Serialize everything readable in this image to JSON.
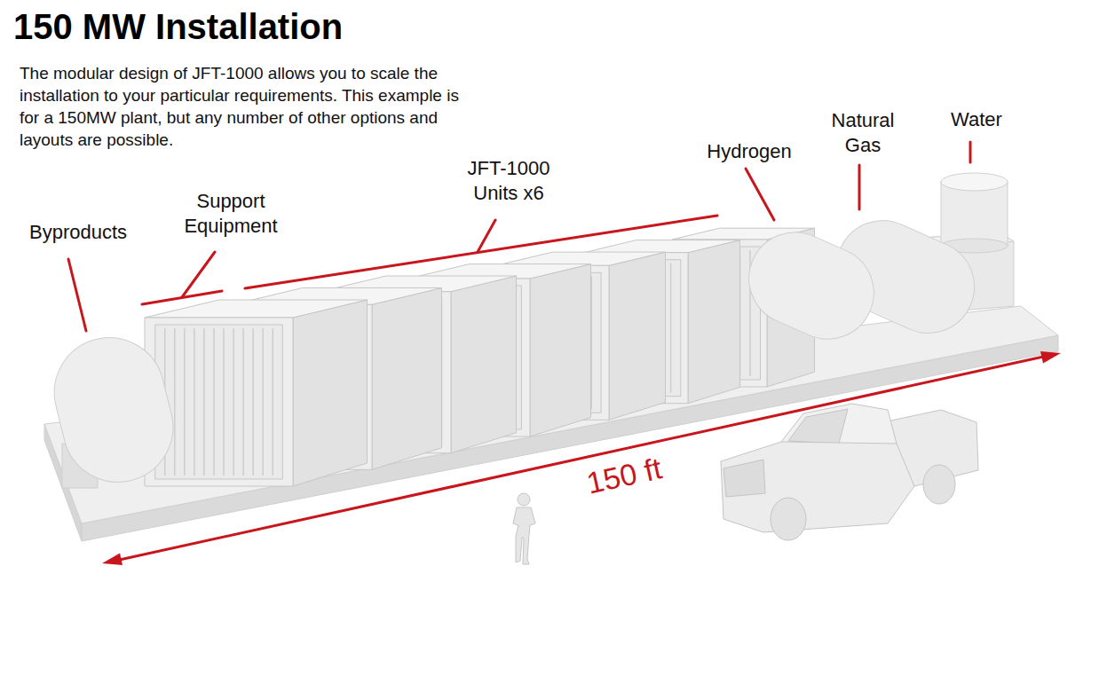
{
  "diagram": {
    "title": "150 MW Installation",
    "labels": [
      "The modular design of JFT-1000 allows you to scale the installation to your particular requirements. This example is for a 150MW plant, but any number of other options and layouts are possible.",
      "Byproducts",
      "Support Equipment",
      "JFT-1000 Units x6",
      "Hydrogen",
      "Natural Gas",
      "Water",
      "150 ft"
    ]
  }
}
